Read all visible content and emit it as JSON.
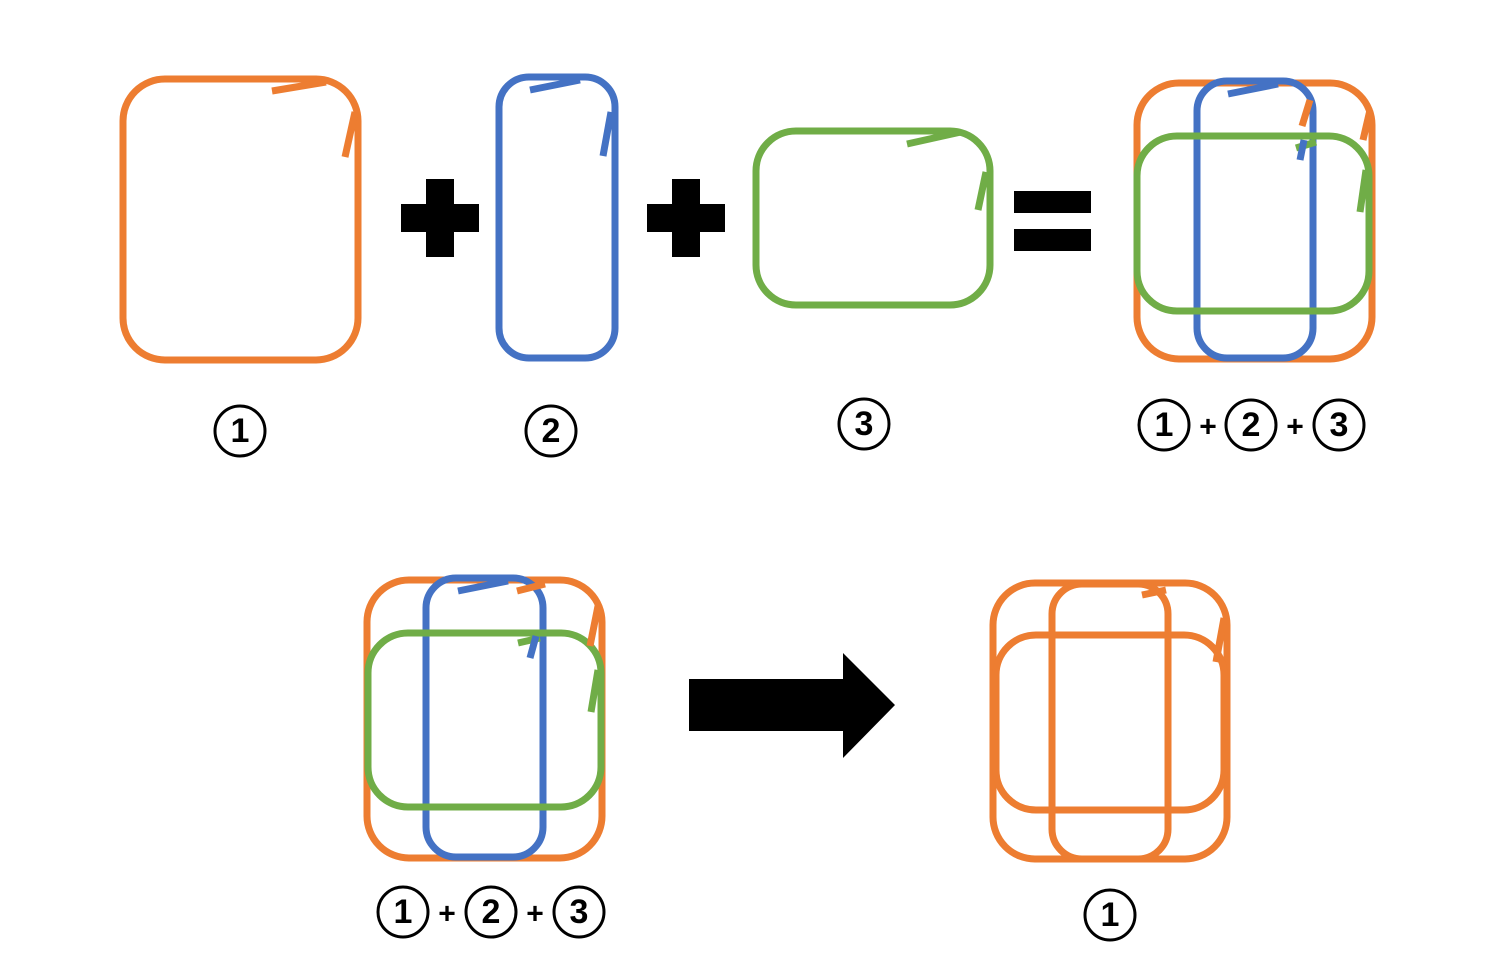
{
  "colors": {
    "loop_1": "#ED7D31",
    "loop_2": "#4472C4",
    "loop_3": "#70AD47",
    "operator": "#000000"
  },
  "labels": {
    "loop_1": "1",
    "loop_2": "2",
    "loop_3": "3",
    "plus": "+"
  },
  "icons": {
    "plus_operator": "plus-icon",
    "equals_operator": "equals-icon",
    "arrow_operator": "arrow-right-icon"
  }
}
